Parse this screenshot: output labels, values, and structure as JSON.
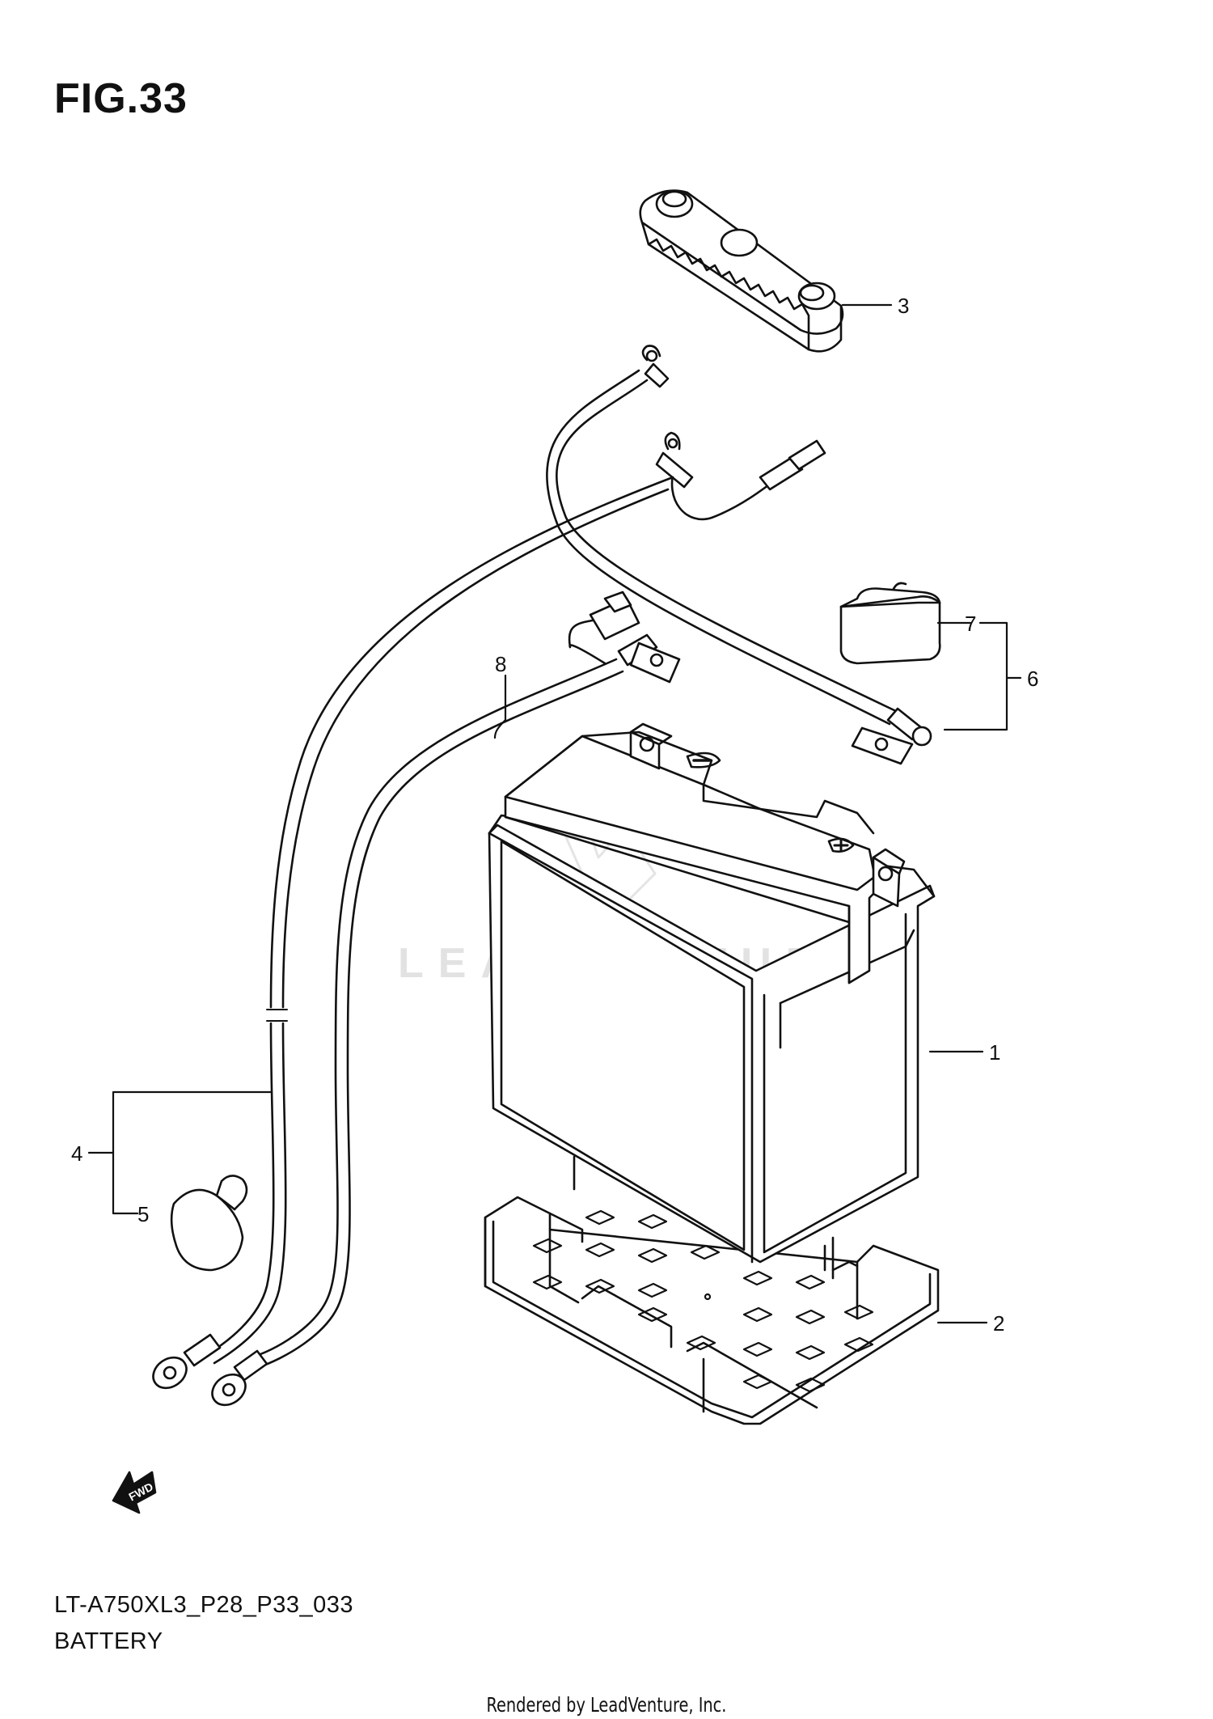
{
  "figure": {
    "title": "FIG.33",
    "model_code": "LT-A750XL3_P28_P33_033",
    "section_name": "BATTERY"
  },
  "callouts": [
    {
      "id": "1",
      "label": "1"
    },
    {
      "id": "2",
      "label": "2"
    },
    {
      "id": "3",
      "label": "3"
    },
    {
      "id": "4",
      "label": "4"
    },
    {
      "id": "5",
      "label": "5"
    },
    {
      "id": "6",
      "label": "6"
    },
    {
      "id": "7",
      "label": "7"
    },
    {
      "id": "8",
      "label": "8"
    }
  ],
  "direction_marker": {
    "label": "FWD",
    "icon": "fwd-arrow-icon"
  },
  "watermark": {
    "text": "LEADVENTURE"
  },
  "footer": {
    "text": "Rendered by LeadVenture, Inc."
  },
  "colors": {
    "line": "#111111",
    "watermark": "#e2e2e2",
    "background": "#ffffff"
  }
}
